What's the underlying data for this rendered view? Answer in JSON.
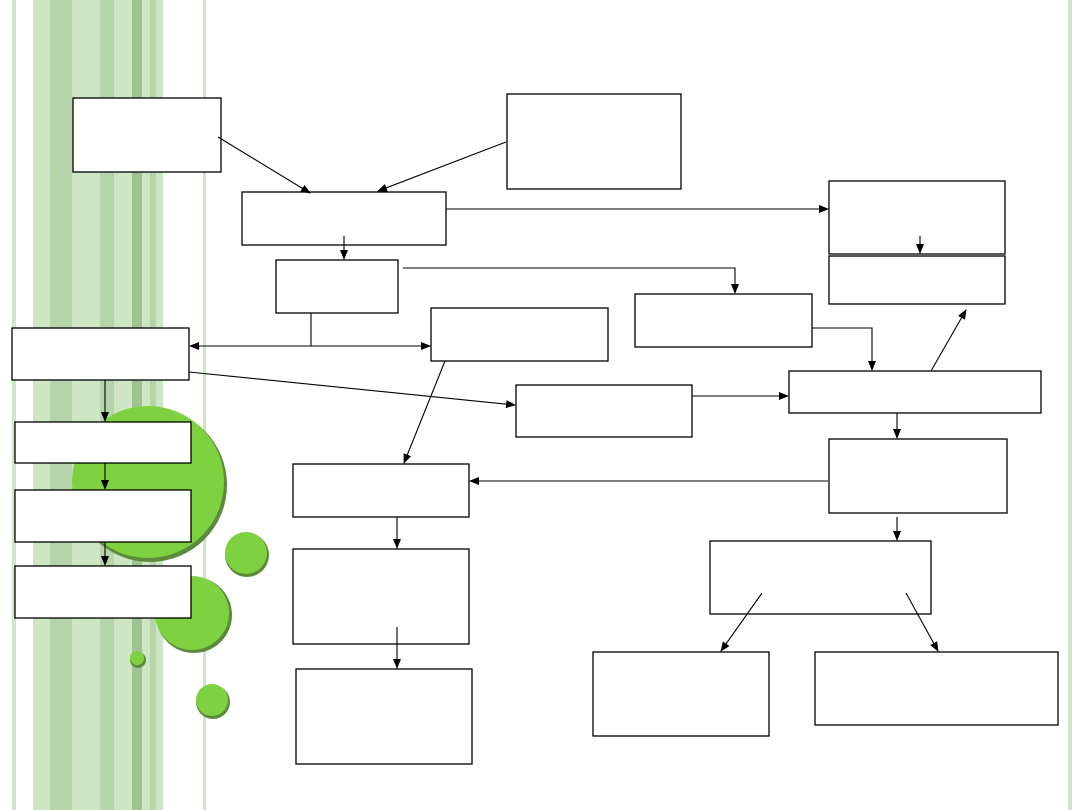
{
  "colors": {
    "band_light": "#cfe6c4",
    "band_mid": "#b6d4aa",
    "band_dark": "#9fc293",
    "circle_green": "#7ed13f",
    "circle_shadow": "#5c8a3d",
    "box_stroke": "#000000",
    "box_fill": "#ffffff",
    "edge_stroke": "#000000"
  },
  "diagram": {
    "nodes": [
      {
        "id": "n1",
        "label": ""
      },
      {
        "id": "n2",
        "label": ""
      },
      {
        "id": "n3",
        "label": ""
      },
      {
        "id": "n4",
        "label": ""
      },
      {
        "id": "n5a",
        "label": ""
      },
      {
        "id": "n5b",
        "label": ""
      },
      {
        "id": "n6",
        "label": ""
      },
      {
        "id": "n7",
        "label": ""
      },
      {
        "id": "n8",
        "label": ""
      },
      {
        "id": "n9",
        "label": ""
      },
      {
        "id": "n10",
        "label": ""
      },
      {
        "id": "n11",
        "label": ""
      },
      {
        "id": "n12",
        "label": ""
      },
      {
        "id": "n13",
        "label": ""
      },
      {
        "id": "n14",
        "label": ""
      },
      {
        "id": "n15",
        "label": ""
      },
      {
        "id": "n16",
        "label": ""
      },
      {
        "id": "n17",
        "label": ""
      },
      {
        "id": "n18",
        "label": ""
      },
      {
        "id": "n19",
        "label": ""
      },
      {
        "id": "n20",
        "label": ""
      },
      {
        "id": "n21",
        "label": ""
      },
      {
        "id": "n22",
        "label": ""
      },
      {
        "id": "n23",
        "label": ""
      }
    ],
    "edges": [
      {
        "from": "n1",
        "to": "n3"
      },
      {
        "from": "n2",
        "to": "n3"
      },
      {
        "from": "n3",
        "to": "n4"
      },
      {
        "from": "n3",
        "to": "n5a"
      },
      {
        "from": "n5a",
        "to": "n5b"
      },
      {
        "from": "n4",
        "to": "n8"
      },
      {
        "from": "n6",
        "to": "n7"
      },
      {
        "from": "n6",
        "to": "n9"
      },
      {
        "from": "n9",
        "to": "n12"
      },
      {
        "from": "n7",
        "to": "n10"
      },
      {
        "from": "n10",
        "to": "n11"
      },
      {
        "from": "n7",
        "to": "n13"
      },
      {
        "from": "n13",
        "to": "n12"
      },
      {
        "from": "n8",
        "to": "n12"
      },
      {
        "from": "n12",
        "to": "n5b"
      },
      {
        "from": "n12",
        "to": "n14"
      },
      {
        "from": "n14",
        "to": "n15"
      },
      {
        "from": "n15",
        "to": "n16"
      },
      {
        "from": "n16",
        "to": "n17"
      },
      {
        "from": "n14",
        "to": "n18"
      },
      {
        "from": "n18",
        "to": "n19"
      },
      {
        "from": "n18",
        "to": "n20"
      }
    ]
  }
}
